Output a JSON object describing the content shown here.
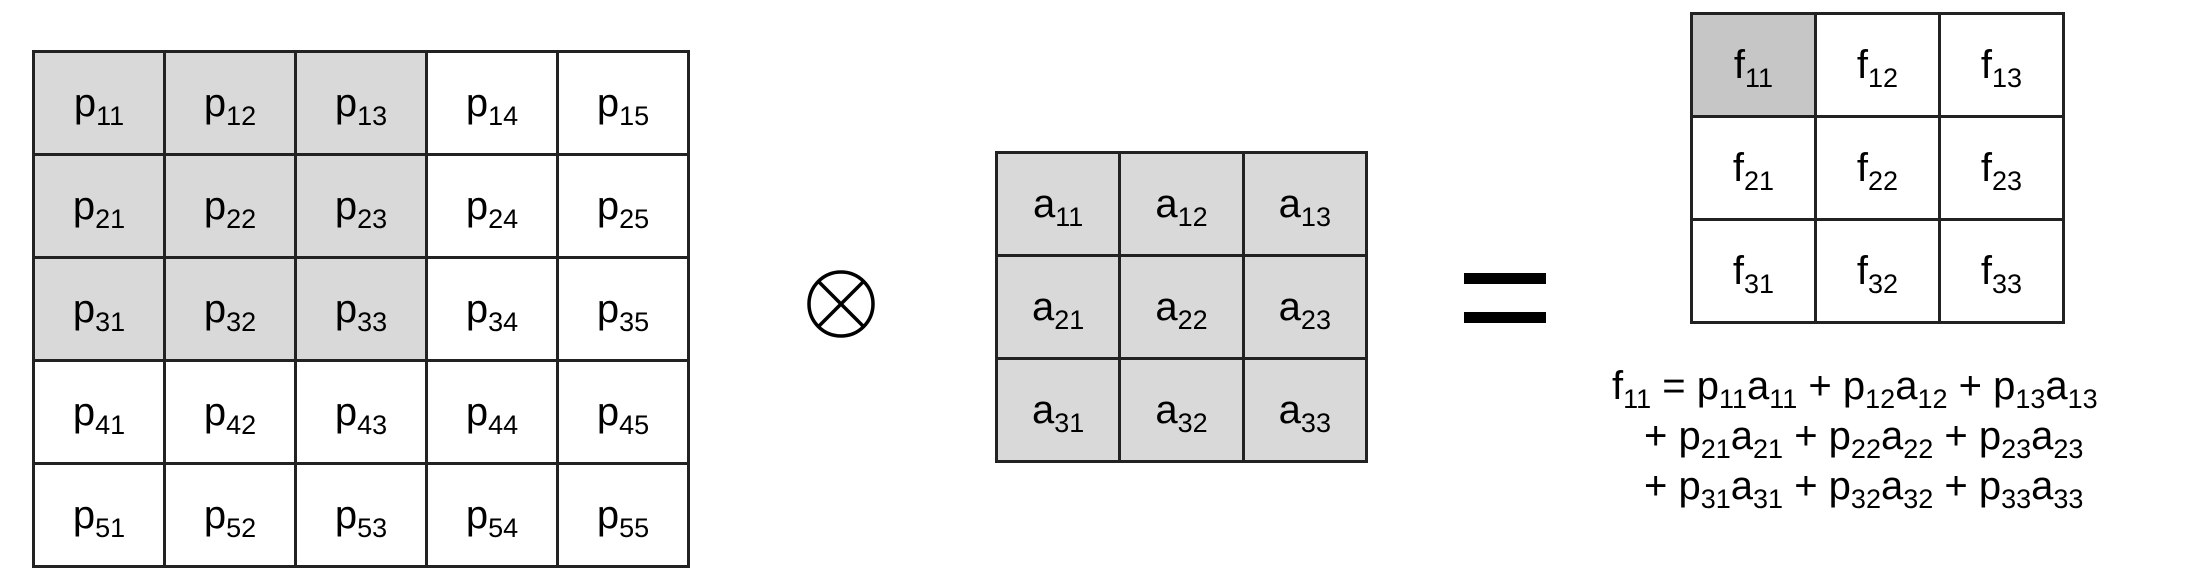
{
  "input_matrix": {
    "highlight_rows": 3,
    "highlight_cols": 3,
    "rows": [
      [
        {
          "base": "p",
          "sub": "11"
        },
        {
          "base": "p",
          "sub": "12"
        },
        {
          "base": "p",
          "sub": "13"
        },
        {
          "base": "p",
          "sub": "14"
        },
        {
          "base": "p",
          "sub": "15"
        }
      ],
      [
        {
          "base": "p",
          "sub": "21"
        },
        {
          "base": "p",
          "sub": "22"
        },
        {
          "base": "p",
          "sub": "23"
        },
        {
          "base": "p",
          "sub": "24"
        },
        {
          "base": "p",
          "sub": "25"
        }
      ],
      [
        {
          "base": "p",
          "sub": "31"
        },
        {
          "base": "p",
          "sub": "32"
        },
        {
          "base": "p",
          "sub": "33"
        },
        {
          "base": "p",
          "sub": "34"
        },
        {
          "base": "p",
          "sub": "35"
        }
      ],
      [
        {
          "base": "p",
          "sub": "41"
        },
        {
          "base": "p",
          "sub": "42"
        },
        {
          "base": "p",
          "sub": "43"
        },
        {
          "base": "p",
          "sub": "44"
        },
        {
          "base": "p",
          "sub": "45"
        }
      ],
      [
        {
          "base": "p",
          "sub": "51"
        },
        {
          "base": "p",
          "sub": "52"
        },
        {
          "base": "p",
          "sub": "53"
        },
        {
          "base": "p",
          "sub": "54"
        },
        {
          "base": "p",
          "sub": "55"
        }
      ]
    ]
  },
  "kernel_matrix": {
    "rows": [
      [
        {
          "base": "a",
          "sub": "11"
        },
        {
          "base": "a",
          "sub": "12"
        },
        {
          "base": "a",
          "sub": "13"
        }
      ],
      [
        {
          "base": "a",
          "sub": "21"
        },
        {
          "base": "a",
          "sub": "22"
        },
        {
          "base": "a",
          "sub": "23"
        }
      ],
      [
        {
          "base": "a",
          "sub": "31"
        },
        {
          "base": "a",
          "sub": "32"
        },
        {
          "base": "a",
          "sub": "33"
        }
      ]
    ]
  },
  "output_matrix": {
    "highlight_cell": "11",
    "rows": [
      [
        {
          "base": "f",
          "sub": "11"
        },
        {
          "base": "f",
          "sub": "12"
        },
        {
          "base": "f",
          "sub": "13"
        }
      ],
      [
        {
          "base": "f",
          "sub": "21"
        },
        {
          "base": "f",
          "sub": "22"
        },
        {
          "base": "f",
          "sub": "23"
        }
      ],
      [
        {
          "base": "f",
          "sub": "31"
        },
        {
          "base": "f",
          "sub": "32"
        },
        {
          "base": "f",
          "sub": "33"
        }
      ]
    ]
  },
  "operators": {
    "convolution": "⊗",
    "equals": "="
  },
  "formula": {
    "lhs": {
      "base": "f",
      "sub": "11"
    },
    "equals": "=",
    "plus": "+",
    "lines": [
      [
        [
          {
            "base": "p",
            "sub": "11"
          },
          {
            "base": "a",
            "sub": "11"
          }
        ],
        [
          {
            "base": "p",
            "sub": "12"
          },
          {
            "base": "a",
            "sub": "12"
          }
        ],
        [
          {
            "base": "p",
            "sub": "13"
          },
          {
            "base": "a",
            "sub": "13"
          }
        ]
      ],
      [
        [
          {
            "base": "p",
            "sub": "21"
          },
          {
            "base": "a",
            "sub": "21"
          }
        ],
        [
          {
            "base": "p",
            "sub": "22"
          },
          {
            "base": "a",
            "sub": "22"
          }
        ],
        [
          {
            "base": "p",
            "sub": "23"
          },
          {
            "base": "a",
            "sub": "23"
          }
        ]
      ],
      [
        [
          {
            "base": "p",
            "sub": "31"
          },
          {
            "base": "a",
            "sub": "31"
          }
        ],
        [
          {
            "base": "p",
            "sub": "32"
          },
          {
            "base": "a",
            "sub": "32"
          }
        ],
        [
          {
            "base": "p",
            "sub": "33"
          },
          {
            "base": "a",
            "sub": "33"
          }
        ]
      ]
    ]
  },
  "colors": {
    "highlight": "#d9d9d9",
    "output_highlight": "#c6c6c6",
    "border": "#222222"
  }
}
